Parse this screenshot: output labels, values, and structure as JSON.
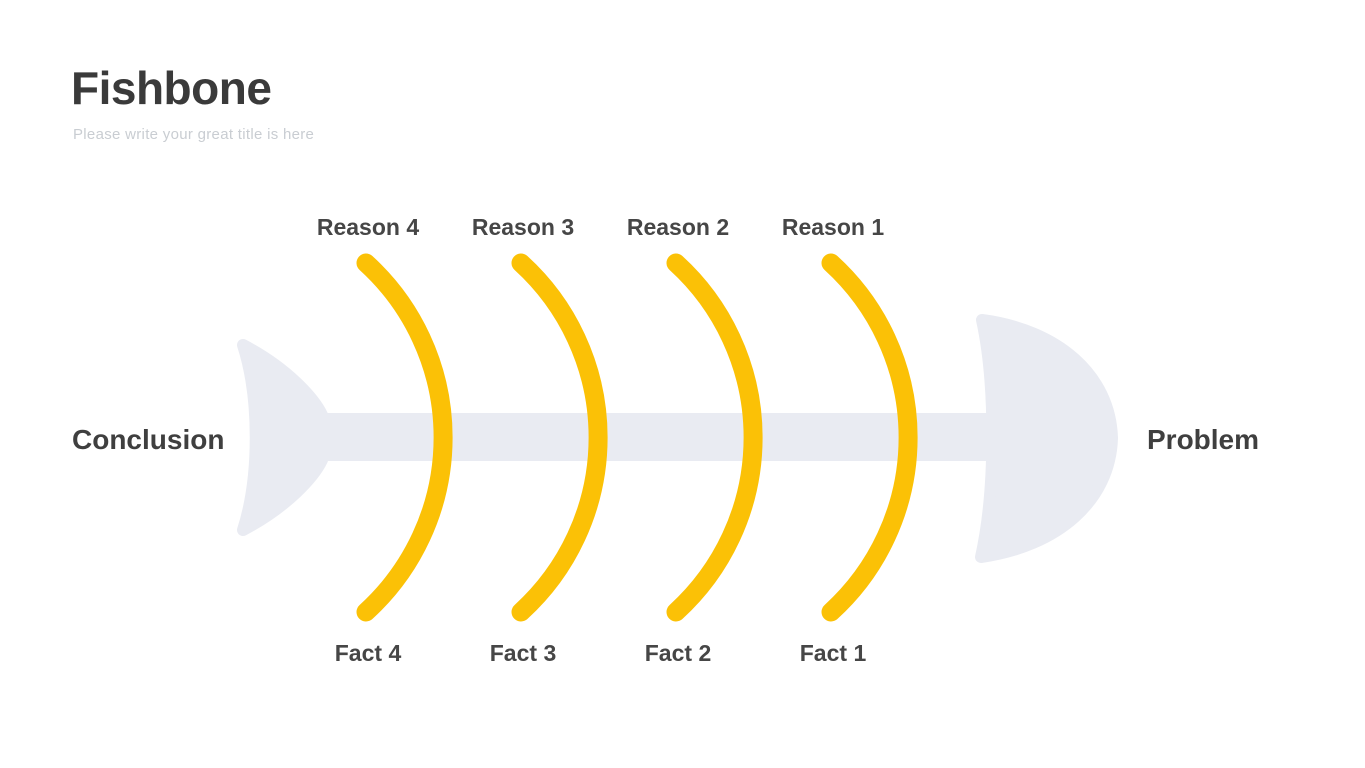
{
  "header": {
    "title": "Fishbone",
    "subtitle": "Please write your great title is here"
  },
  "diagram": {
    "type": "fishbone",
    "left_label": "Conclusion",
    "right_label": "Problem",
    "top_labels": [
      "Reason 4",
      "Reason 3",
      "Reason 2",
      "Reason 1"
    ],
    "bottom_labels": [
      "Fact 4",
      "Fact 3",
      "Fact 2",
      "Fact 1"
    ]
  },
  "colors": {
    "skeleton_gray": "#E9EBF2",
    "bone_yellow": "#FBC106",
    "title_dark": "#3A3A3A",
    "label_dark": "#464646",
    "subtitle_gray": "#C9CDD2",
    "background": "#FFFFFF"
  }
}
